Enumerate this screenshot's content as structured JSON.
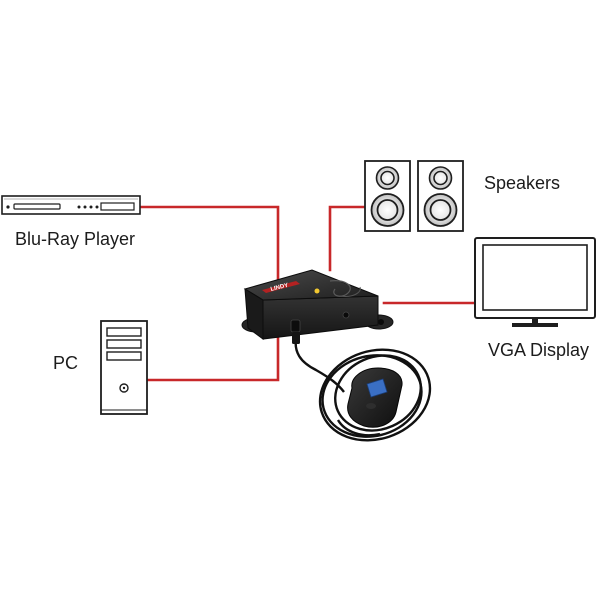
{
  "labels": {
    "bluray": "Blu-Ray Player",
    "speakers": "Speakers",
    "pc": "PC",
    "vga": "VGA Display"
  },
  "switch_brand": "LINDY",
  "colors": {
    "cable": "#c8282a",
    "device_outline": "#222222",
    "device_body": "#2a2a2a",
    "remote_screen": "#3a6fc4",
    "led": "#f2c830"
  },
  "icons": {
    "bluray": "blu-ray-player-icon",
    "speakers": "speaker-icon",
    "pc": "pc-tower-icon",
    "display": "monitor-icon",
    "switch": "matrix-switch-box",
    "remote": "remote-control-icon"
  }
}
